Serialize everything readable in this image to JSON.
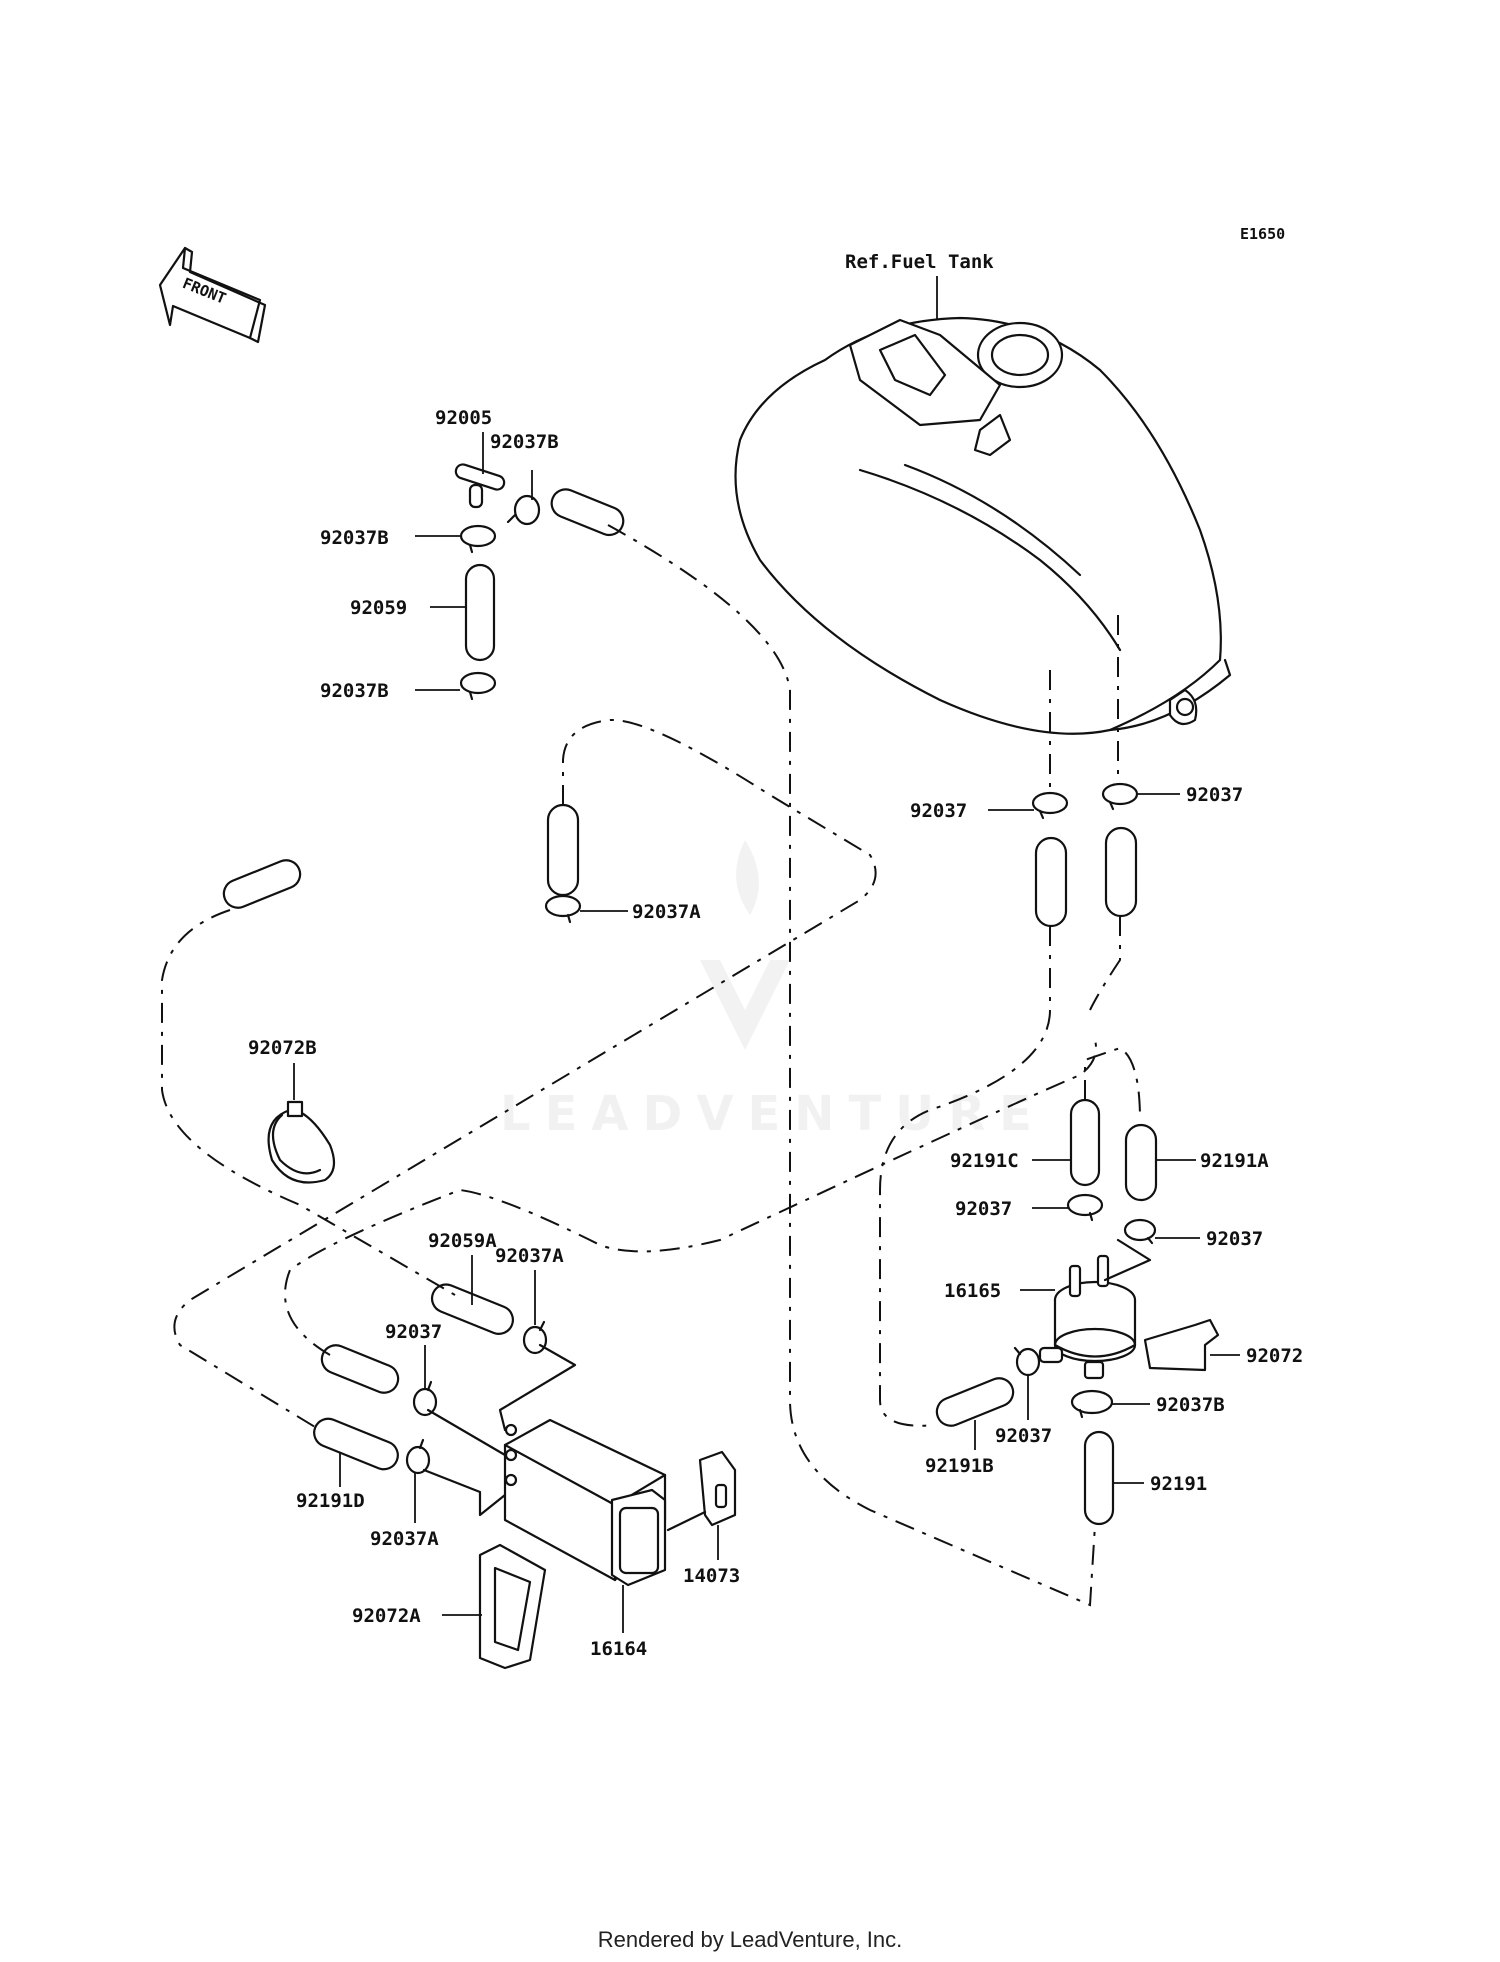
{
  "diagram_code": "E1650",
  "ref_label": "Ref.Fuel Tank",
  "front_label": "FRONT",
  "watermark": "LEADVENTURE",
  "footer": "Rendered by LeadVenture, Inc.",
  "parts": {
    "p92005": "92005",
    "p92037b_top": "92037B",
    "p92037b_left1": "92037B",
    "p92059": "92059",
    "p92037b_left2": "92037B",
    "p92037a_mid": "92037A",
    "p92072b": "92072B",
    "p92037_tank_l": "92037",
    "p92037_tank_r": "92037",
    "p92191c": "92191C",
    "p92191a": "92191A",
    "p92037_filter_l": "92037",
    "p92037_filter_r": "92037",
    "p16165": "16165",
    "p92072": "92072",
    "p92037b_filter": "92037B",
    "p92037_filter_bot": "92037",
    "p92191b": "92191B",
    "p92191": "92191",
    "p92059a": "92059A",
    "p92037a_can_top": "92037A",
    "p92037_can": "92037",
    "p92191d": "92191D",
    "p92037a_can_bot": "92037A",
    "p92072a": "92072A",
    "p16164": "16164",
    "p14073": "14073"
  }
}
